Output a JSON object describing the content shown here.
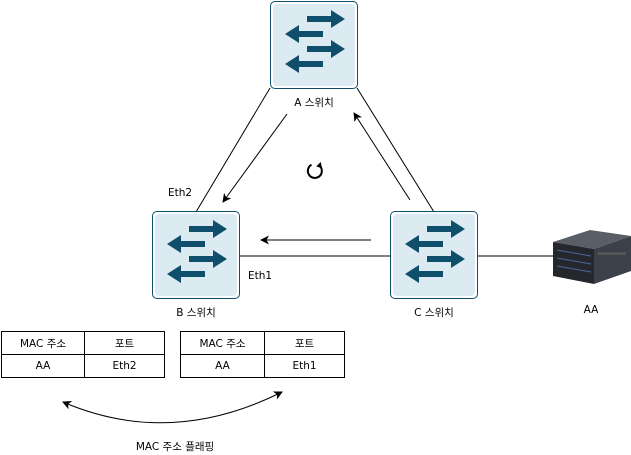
{
  "switches": {
    "a": {
      "label": "A 스위치"
    },
    "b": {
      "label": "B 스위치"
    },
    "c": {
      "label": "C 스위치"
    }
  },
  "ports": {
    "eth2": "Eth2",
    "eth1": "Eth1"
  },
  "server": {
    "label": "AA"
  },
  "table_left": {
    "headers": [
      "MAC 주소",
      "포트"
    ],
    "row": [
      "AA",
      "Eth2"
    ]
  },
  "table_right": {
    "headers": [
      "MAC 주소",
      "포트"
    ],
    "row": [
      "AA",
      "Eth1"
    ]
  },
  "caption": "MAC 주소 플래핑",
  "colors": {
    "switch_icon": "#0f4f6b",
    "switch_fill": "#dcebf2"
  },
  "icons": {
    "loop": "refresh-icon"
  }
}
